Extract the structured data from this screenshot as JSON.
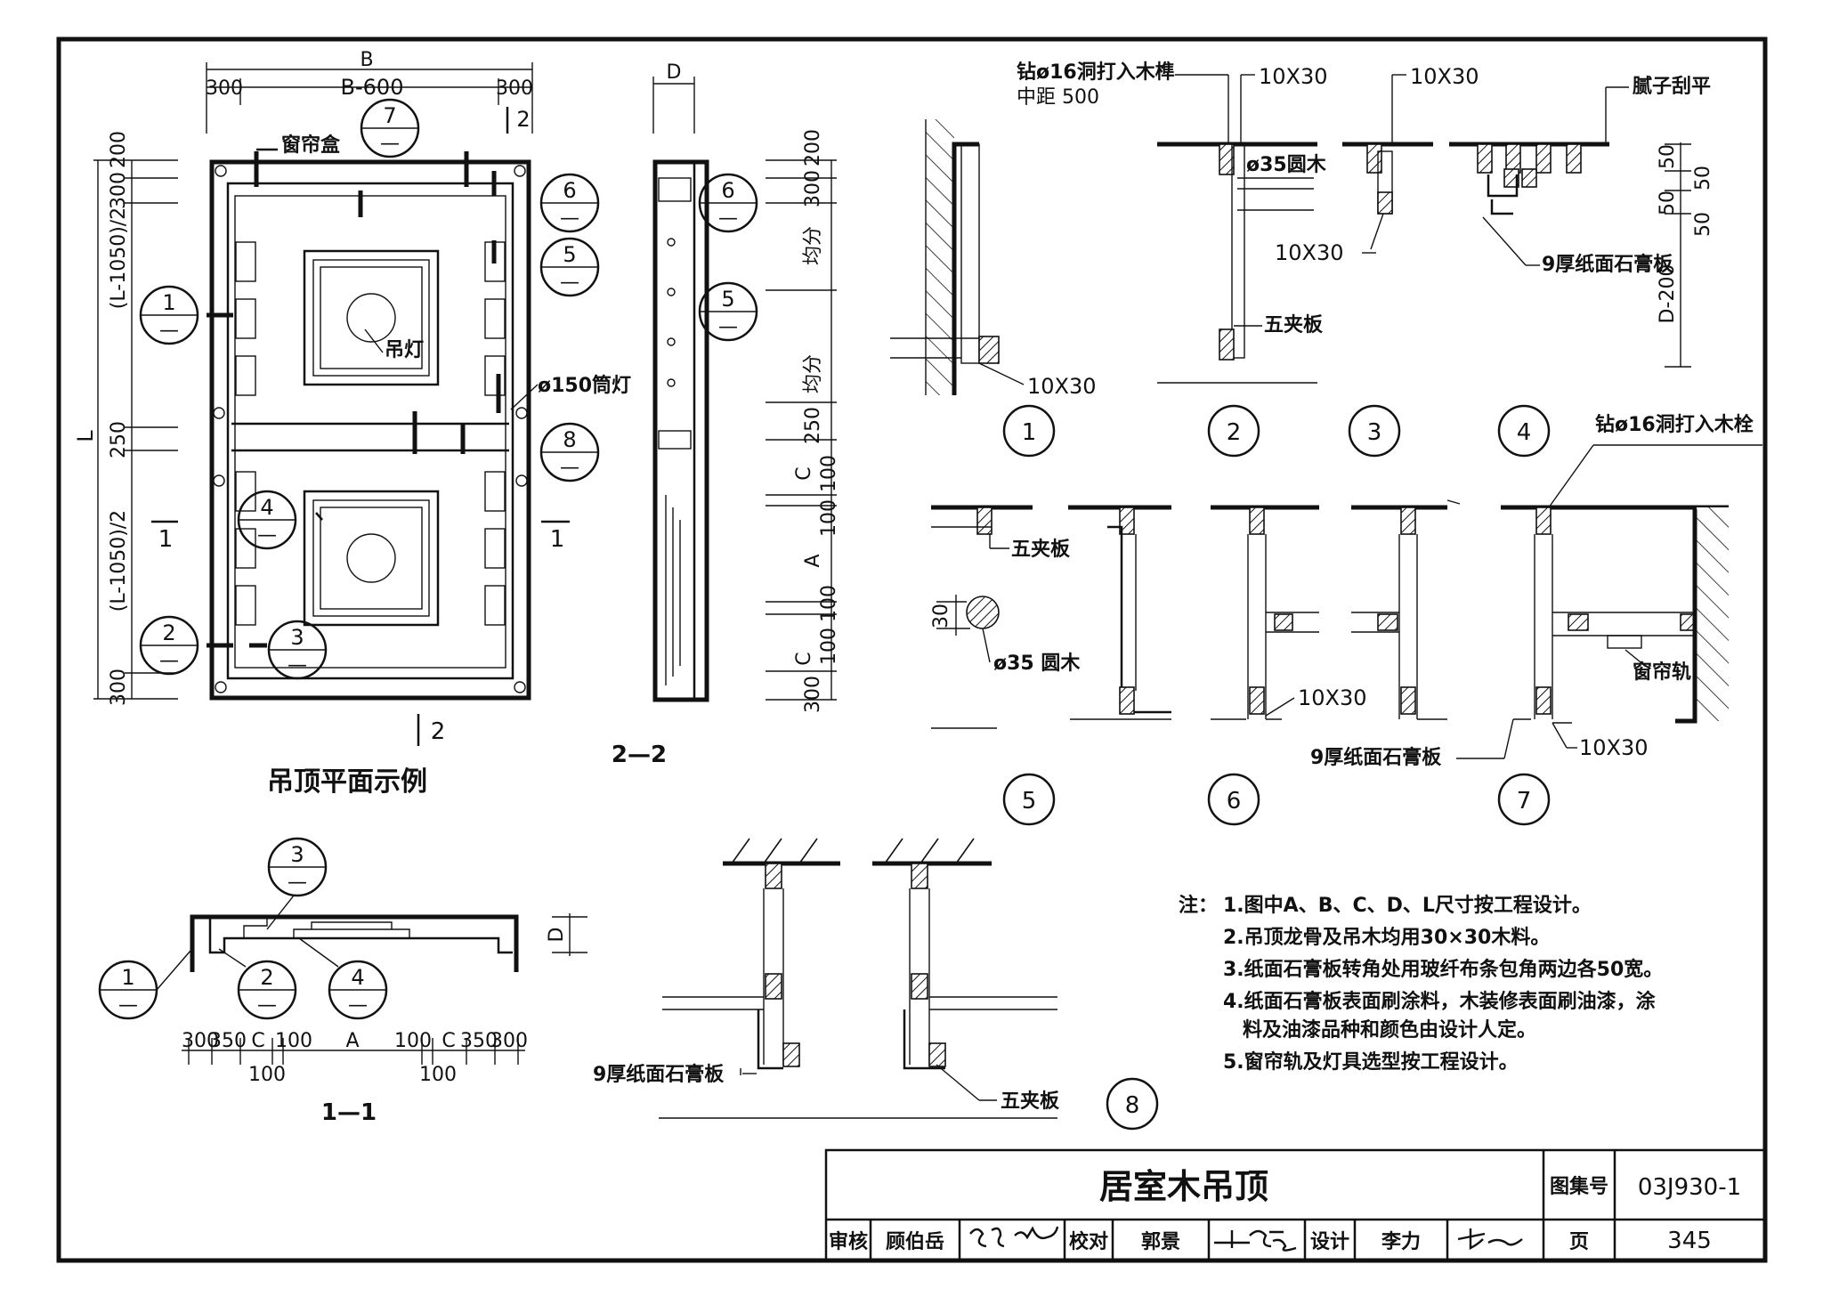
{
  "plan": {
    "title": "吊顶平面示例",
    "dim_B": "B",
    "dim_B600": "B-600",
    "dim_300_left": "300",
    "dim_300_right": "300",
    "dim_2": "2",
    "dim_200": "200",
    "dim_300_top": "300",
    "dim_L1050_top": "(L-1050)/2",
    "dim_L": "L",
    "dim_250": "250",
    "dim_L1050_bottom": "(L-1050)/2",
    "dim_300_bottom": "300",
    "label_curtain_box": "窗帘盒",
    "label_pendant": "吊灯",
    "label_downlight": "ø150筒灯",
    "section_mark_1": "1",
    "section_mark_2": "2",
    "callouts": [
      "1",
      "2",
      "3",
      "4",
      "5",
      "6",
      "7",
      "8"
    ],
    "callout_sub": "—"
  },
  "section22": {
    "title": "2—2",
    "dim_D": "D",
    "dims": [
      "200",
      "300",
      "均分",
      "均分",
      "250",
      "C",
      "100",
      "100",
      "A",
      "100",
      "100",
      "C",
      "300"
    ]
  },
  "section11": {
    "title": "1—1",
    "dim_D": "D",
    "dims_top": [
      "300",
      "350",
      "C",
      "100",
      "A",
      "100",
      "C",
      "350",
      "300"
    ],
    "dims_bottom_left": "100",
    "dims_bottom_right": "100",
    "callouts": [
      "1",
      "2",
      "3",
      "4"
    ]
  },
  "details": {
    "d1_top_label": "钻ø16洞打入木榫",
    "d1_top_label2": "中距 500",
    "d2_label_10x30_a": "10X30",
    "d2_label_10x30_b": "10X30",
    "d2_round": "ø35圆木",
    "d2_10x30_c": "10X30",
    "d2_plywood": "五夹板",
    "d1_10x30": "10X30",
    "d4_putty": "腻子刮平",
    "d4_gypsum": "9厚纸面石膏板",
    "d4_dim_50a": "50",
    "d4_dim_50b": "50",
    "d4_dim_50c": "50",
    "d4_dim_50d": "50",
    "d4_dim_D200": "D-200",
    "d7_drill": "钻ø16洞打入木栓",
    "d5_plywood": "五夹板",
    "d5_dim_30": "30",
    "d5_round": "ø35 圆木",
    "d6_10x30": "10X30",
    "d7_gypsum": "9厚纸面石膏板",
    "d7_10x30": "10X30",
    "d7_rail": "窗帘轨",
    "d8_gypsum": "9厚纸面石膏板",
    "d8_plywood": "五夹板",
    "numbers": [
      "1",
      "2",
      "3",
      "4",
      "5",
      "6",
      "7",
      "8"
    ]
  },
  "notes": {
    "lead": "注：",
    "items": [
      "1.图中A、B、C、D、L尺寸按工程设计。",
      "2.吊顶龙骨及吊木均用30×30木料。",
      "3.纸面石膏板转角处用玻纤布条包角两边各50宽。",
      "4.纸面石膏板表面刷涂料，木装修表面刷油漆，涂",
      "料及油漆品种和颜色由设计人定。",
      "5.窗帘轨及灯具选型按工程设计。"
    ]
  },
  "titleblock": {
    "title": "居室木吊顶",
    "atlas_label": "图集号",
    "atlas_no": "03J930-1",
    "review_label": "审核",
    "reviewer": "顾伯岳",
    "check_label": "校对",
    "checker": "郭景",
    "design_label": "设计",
    "designer": "李力",
    "page_label": "页",
    "page_no": "345"
  }
}
